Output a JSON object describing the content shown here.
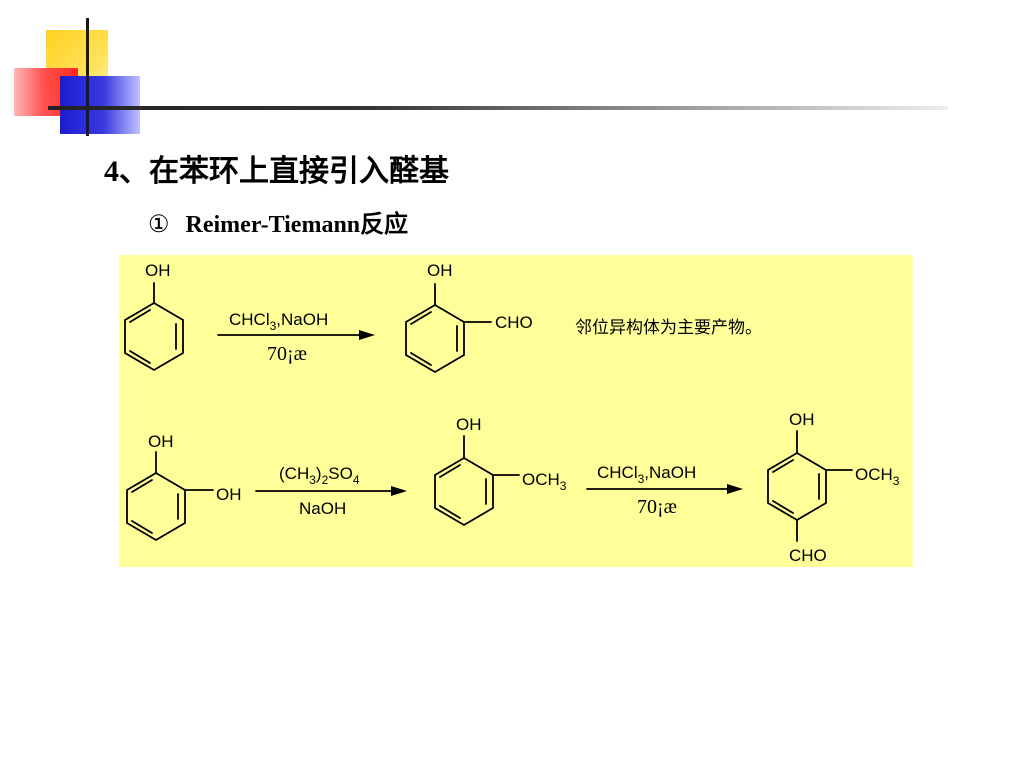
{
  "slide": {
    "title": "4、在苯环上直接引入醛基",
    "subtitle_marker": "①",
    "subtitle": "Reimer-Tiemann反应"
  },
  "scheme": {
    "reaction1": {
      "reactant_oh": "OH",
      "reagent": "CHCl",
      "reagent_sub": "3",
      "reagent_rest": ",NaOH",
      "temp": "70¡æ",
      "product_oh": "OH",
      "product_cho": "CHO",
      "note": "邻位异构体为主要产物。"
    },
    "reaction2": {
      "reactant_oh_top": "OH",
      "reactant_oh_side": "OH",
      "reagent_a1": "(CH",
      "reagent_a_sub1": "3",
      "reagent_a2": ")",
      "reagent_a_sub2": "2",
      "reagent_a3": "SO",
      "reagent_a_sub3": "4",
      "reagent_b": "NaOH",
      "intermediate_oh": "OH",
      "intermediate_och": "OCH",
      "intermediate_och_sub": "3",
      "reagent2": "CHCl",
      "reagent2_sub": "3",
      "reagent2_rest": ",NaOH",
      "temp2": "70¡æ",
      "product_oh": "OH",
      "product_och": "OCH",
      "product_och_sub": "3",
      "product_cho": "CHO"
    }
  }
}
